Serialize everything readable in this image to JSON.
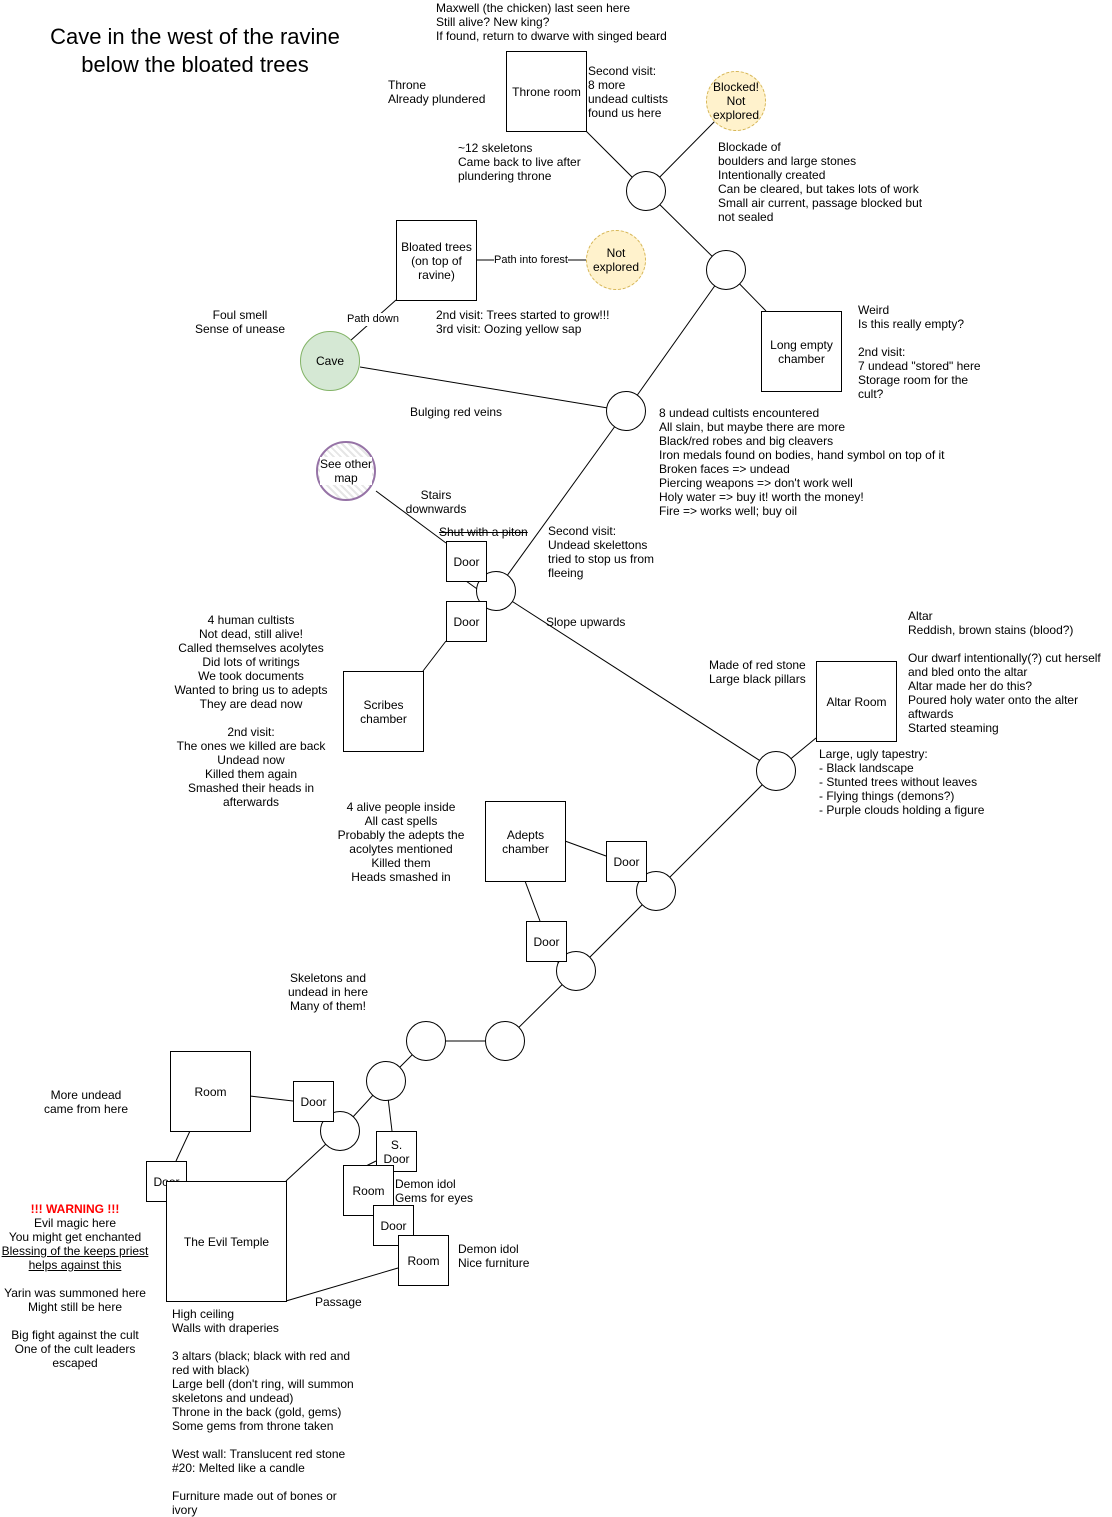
{
  "title": [
    "Cave in the west of the ravine",
    "below the bloated trees"
  ],
  "rooms": {
    "throne_room": "Throne room",
    "blocked": [
      "Blocked!",
      "Not",
      "explored"
    ],
    "bloated_trees": [
      "Bloated trees",
      "(on top of",
      "ravine)"
    ],
    "not_explored": [
      "Not",
      "explored"
    ],
    "cave": "Cave",
    "long_empty_chamber": [
      "Long empty",
      "chamber"
    ],
    "see_other_map": [
      "See other",
      "map"
    ],
    "scribes_chamber": [
      "Scribes",
      "chamber"
    ],
    "altar_room": "Altar Room",
    "adepts_chamber": [
      "Adepts",
      "chamber"
    ],
    "room_nw": "Room",
    "the_evil_temple": "The Evil Temple",
    "room_mid": "Room",
    "room_low": "Room",
    "door": "Door",
    "secret_door": [
      "S.",
      "Door"
    ]
  },
  "edge_labels": {
    "path_into_forest": "Path into forest",
    "path_down": "Path down",
    "shut_with_piton": "Shut with a piton",
    "passage": "Passage"
  },
  "notes": {
    "maxwell": [
      "Maxwell (the chicken) last seen here",
      "Still alive? New king?",
      "If found, return to dwarve with singed beard"
    ],
    "throne": [
      "Throne",
      "Already plundered"
    ],
    "throne_second_visit": [
      "Second visit:",
      "8 more",
      "undead cultists",
      "found us here"
    ],
    "skeletons": [
      "~12 skeletons",
      "Came back to live after",
      "plundering throne"
    ],
    "blockade": [
      "Blockade of",
      "boulders and large stones",
      "Intentionally created",
      "Can be cleared, but takes lots of work",
      "Small air current, passage blocked but",
      "not sealed"
    ],
    "trees_visits": [
      "2nd visit: Trees started to grow!!!",
      "3rd visit: Oozing yellow sap"
    ],
    "foul_smell": [
      "Foul smell",
      "Sense of unease"
    ],
    "weird": [
      "Weird",
      "Is this really empty?",
      "",
      "2nd visit:",
      "7 undead \"stored\" here",
      "Storage room for the",
      "cult?"
    ],
    "bulging_veins": "Bulging red veins",
    "undead_cultists": [
      "8 undead cultists encountered",
      "All slain, but maybe there are more",
      "Black/red robes and big cleavers",
      "Iron medals found on bodies, hand symbol on top of it",
      "Broken faces => undead",
      "Piercing weapons => don't work well",
      "Holy water => buy it! worth the money!",
      "Fire => works well; buy oil"
    ],
    "stairs": [
      "Stairs",
      "downwards"
    ],
    "second_visit_skeletons": [
      "Second visit:",
      "Undead skelettons",
      "tried to stop us from",
      "fleeing"
    ],
    "slope": "Slope upwards",
    "human_cultists": [
      "4 human cultists",
      "Not dead, still alive!",
      "Called themselves acolytes",
      "Did lots of writings",
      "We took documents",
      "Wanted to bring us to adepts",
      "They are dead now",
      "",
      "2nd visit:",
      "The ones we killed are back",
      "Undead now",
      "Killed them again",
      "Smashed their heads in",
      "afterwards"
    ],
    "red_stone": [
      "Made of red stone",
      "Large black pillars"
    ],
    "altar": [
      "Altar",
      "Reddish, brown stains (blood?)",
      "",
      "Our dwarf intentionally(?) cut herself",
      "and bled onto the altar",
      "Altar made her do this?",
      "Poured holy water onto the alter",
      "aftwards",
      "Started steaming"
    ],
    "tapestry": [
      "Large, ugly tapestry:",
      "- Black landscape",
      "- Stunted trees without leaves",
      "- Flying things (demons?)",
      "- Purple clouds holding a figure"
    ],
    "adepts": [
      "4 alive people inside",
      "All cast spells",
      "Probably the adepts the",
      "acolytes mentioned",
      "Killed them",
      "Heads smashed in"
    ],
    "skeletons_undead": [
      "Skeletons and",
      "undead in here",
      "Many of them!"
    ],
    "more_undead": [
      "More undead",
      "came from here"
    ],
    "warning_title": "!!! WARNING !!!",
    "warning_body": [
      "Evil magic here",
      "You might get enchanted"
    ],
    "warning_blessing": [
      "Blessing of the keeps priest",
      "helps against this"
    ],
    "warning_rest": [
      "",
      "Yarin was summoned here",
      "Might still be here",
      "",
      "Big fight against the cult",
      "One of the cult leaders",
      "escaped"
    ],
    "idol_gems": [
      "Demon idol",
      "Gems for eyes"
    ],
    "idol_furniture": [
      "Demon idol",
      "Nice furniture"
    ],
    "temple": [
      "High ceiling",
      "Walls with draperies",
      "",
      "3 altars (black; black with red and",
      "red with black)",
      "Large bell (don't ring, will summon",
      "skeletons and undead)",
      "Throne in the back (gold, gems)",
      "Some gems from throne taken",
      "",
      "West wall: Translucent red stone",
      "#20: Melted like a candle",
      "",
      "Furniture made out of bones or",
      "ivory"
    ]
  }
}
